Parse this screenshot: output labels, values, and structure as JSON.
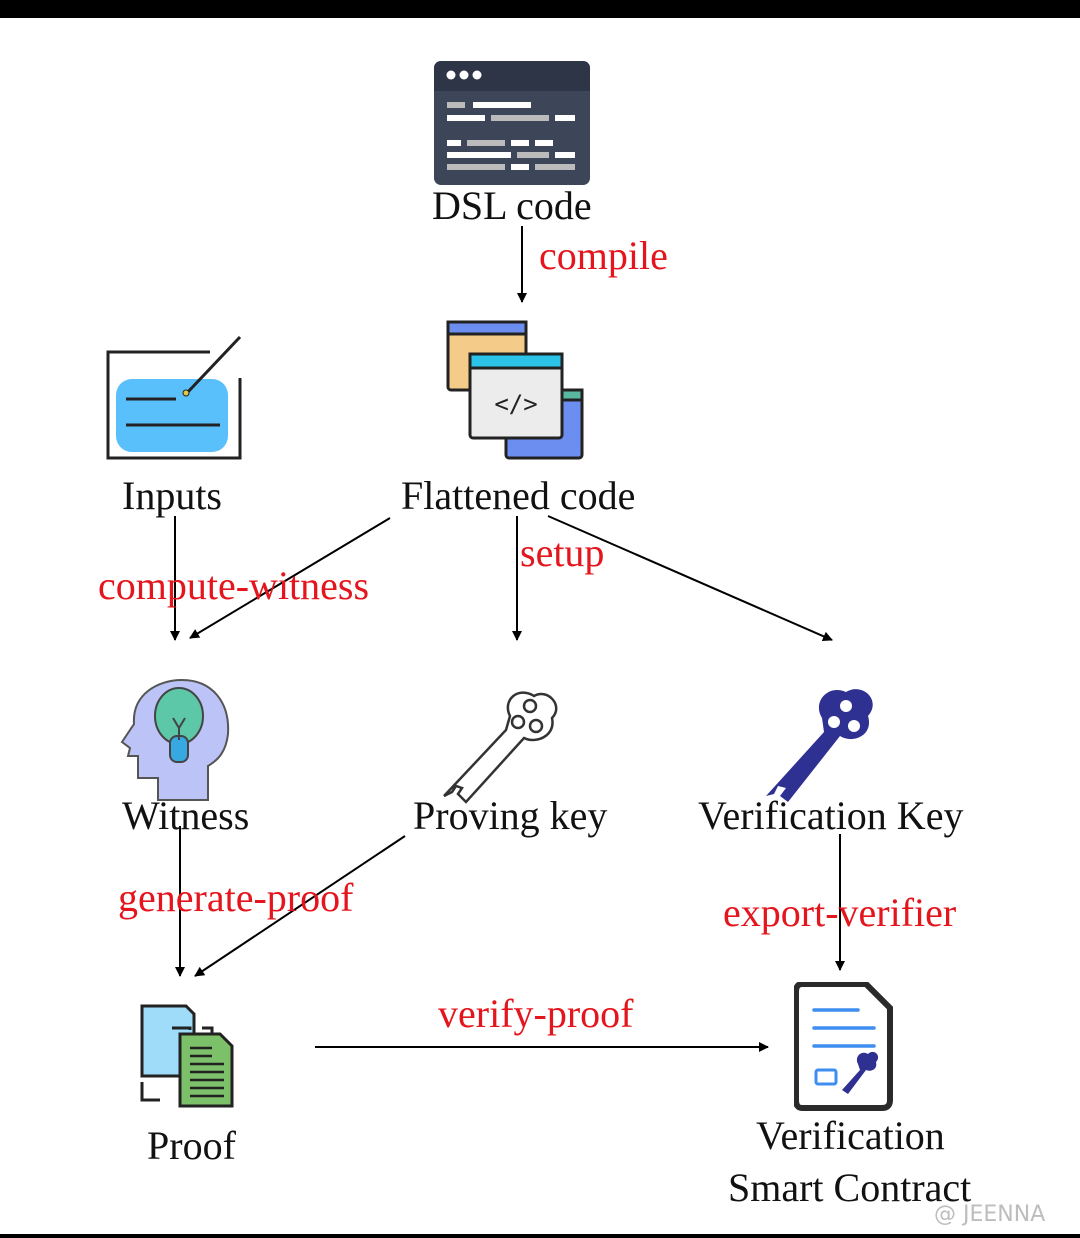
{
  "nodes": {
    "dsl_code": "DSL code",
    "flattened_code": "Flattened code",
    "inputs": "Inputs",
    "witness": "Witness",
    "proving_key": "Proving key",
    "verification_key": "Verification Key",
    "proof": "Proof",
    "contract_line1": "Verification",
    "contract_line2": "Smart Contract"
  },
  "edges": {
    "compile": "compile",
    "compute_witness": "compute-witness",
    "setup": "setup",
    "generate_proof": "generate-proof",
    "export_verifier": "export-verifier",
    "verify_proof": "verify-proof"
  },
  "colors": {
    "edge_label": "#e4151c",
    "node_label": "#111111",
    "verification_key": "#2e3192"
  },
  "watermark": "@ JEENNA"
}
